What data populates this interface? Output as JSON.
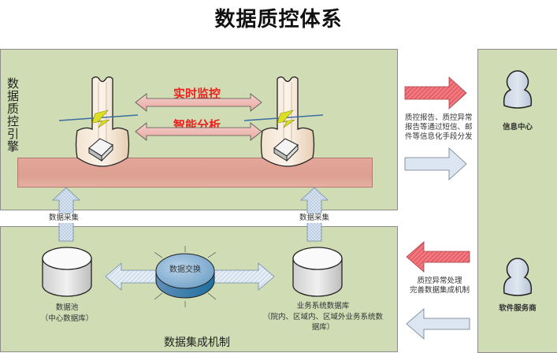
{
  "title": "数据质控体系",
  "engine_panel": {
    "label": "数据质控引擎",
    "monitor_label": "实时监控",
    "analysis_label": "智能分析"
  },
  "integration_panel": {
    "label": "数据集成机制",
    "collect_left": "数据采集",
    "collect_right": "数据采集",
    "data_pool": {
      "name": "数据池",
      "sub": "（中心数据库）"
    },
    "exchange": "数据交换",
    "business_db": {
      "name": "业务系统数据库",
      "sub_line1": "（院内、区域内、区域外业务系统数",
      "sub_line2": "据库）"
    }
  },
  "flows": {
    "report_text": [
      "质控报告、质控异常",
      "报告等通过短信、邮",
      "件等信息化手段分发"
    ],
    "handle_text": [
      "质控异常处理",
      "完善数据集成机制"
    ]
  },
  "right_panel": {
    "info_center": "信息中心",
    "vendor": "软件服务商"
  },
  "colors": {
    "panel_green": "#cfdcb4",
    "alert_red": "#ee2020",
    "bar_pink": "#dca090",
    "arrow_blue": "#dce6f2",
    "hatch_red": "#e8505a"
  }
}
